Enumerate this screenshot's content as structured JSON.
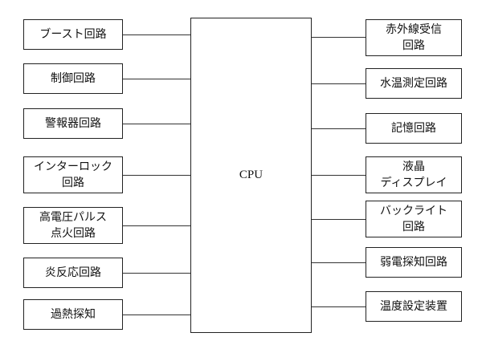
{
  "cpu": {
    "label": "CPU"
  },
  "left_blocks": [
    {
      "label": "ブースト回路"
    },
    {
      "label": "制御回路"
    },
    {
      "label": "警報器回路"
    },
    {
      "label": "インターロック\n回路"
    },
    {
      "label": "高電圧パルス\n点火回路"
    },
    {
      "label": "炎反応回路"
    },
    {
      "label": "過熱探知"
    }
  ],
  "right_blocks": [
    {
      "label": "赤外線受信\n回路"
    },
    {
      "label": "水温測定回路"
    },
    {
      "label": "記憶回路"
    },
    {
      "label": "液晶\nディスプレイ"
    },
    {
      "label": "バックライト\n回路"
    },
    {
      "label": "弱電探知回路"
    },
    {
      "label": "温度設定装置"
    }
  ]
}
